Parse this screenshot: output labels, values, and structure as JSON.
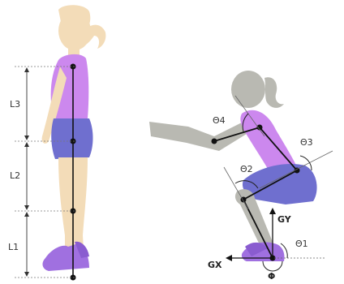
{
  "standing_labels": {
    "l3": "L3",
    "l2": "L2",
    "l1": "L1"
  },
  "squat_labels": {
    "theta4": "Θ4",
    "theta3": "Θ3",
    "theta2": "Θ2",
    "theta1": "Θ1",
    "gy": "GY",
    "gx": "GX",
    "phi": "Φ"
  },
  "colors": {
    "skin_standing": "#f3dcb8",
    "skin_squat": "#b9b9b2",
    "shirt": "#cc88ee",
    "shorts": "#6f6fcf",
    "shoe": "#a070e0",
    "bone": "#111111",
    "joint": "#111111",
    "guide": "#777777"
  }
}
